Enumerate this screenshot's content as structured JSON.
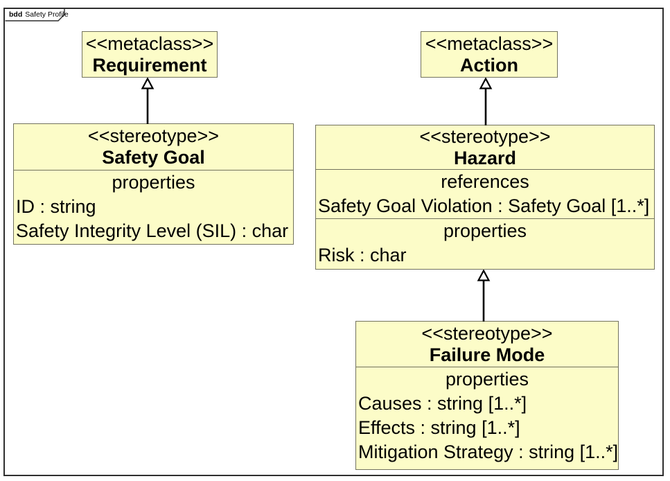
{
  "frame": {
    "kind": "bdd",
    "title": "Safety Profile"
  },
  "colors": {
    "node_fill": "#FCFCC8",
    "node_border": "#72725E",
    "frame_border": "#2E2E2E",
    "text": "#000000"
  },
  "nodes": {
    "requirement": {
      "stereotype": "<<metaclass>>",
      "name": "Requirement"
    },
    "action": {
      "stereotype": "<<metaclass>>",
      "name": "Action"
    },
    "safety_goal": {
      "stereotype": "<<stereotype>>",
      "name": "Safety Goal",
      "properties_label": "properties",
      "properties": [
        "ID : string",
        "Safety Integrity Level (SIL) : char"
      ]
    },
    "hazard": {
      "stereotype": "<<stereotype>>",
      "name": "Hazard",
      "references_label": "references",
      "references": [
        "Safety Goal Violation : Safety Goal [1..*]"
      ],
      "properties_label": "properties",
      "properties": [
        "Risk : char"
      ]
    },
    "failure_mode": {
      "stereotype": "<<stereotype>>",
      "name": "Failure Mode",
      "properties_label": "properties",
      "properties": [
        "Causes : string [1..*]",
        "Effects : string [1..*]",
        "Mitigation Strategy : string [1..*]"
      ]
    }
  },
  "relationships": [
    {
      "type": "generalization",
      "from": "Safety Goal",
      "to": "Requirement"
    },
    {
      "type": "generalization",
      "from": "Hazard",
      "to": "Action"
    },
    {
      "type": "generalization",
      "from": "Failure Mode",
      "to": "Hazard"
    }
  ]
}
